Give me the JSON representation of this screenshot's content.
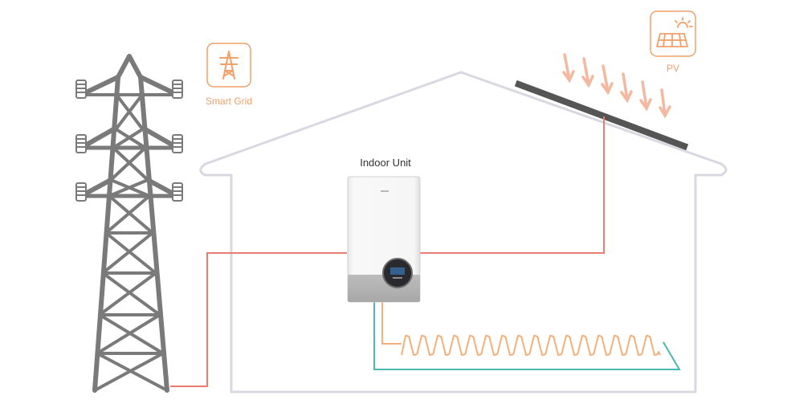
{
  "labels": {
    "smart_grid": "Smart Grid",
    "pv": "PV",
    "indoor_unit": "Indoor Unit"
  },
  "icons": {
    "smart_grid": "power-tower-icon",
    "pv": "solar-panel-sun-icon"
  },
  "colors": {
    "accent_orange": "#f0a06a",
    "power_line": "#e87e72",
    "water_line": "#4cb8b0",
    "heating_coil": "#f4b07a",
    "house_outline": "#d8d8e0",
    "tower": "#7a7a7a",
    "panel": "#555555",
    "sun_rays": "#f4b8a0"
  }
}
